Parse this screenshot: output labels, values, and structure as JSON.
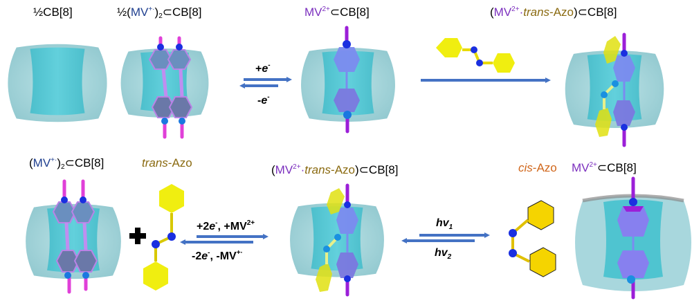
{
  "title": "Redox and photo-switchable host-guest assembly of methyl viologen and azobenzene in CB[8]",
  "colors": {
    "host_outer": "#9fd3d9",
    "host_inner": "#5cc9d6",
    "mv_radical_rod": "#e040d8",
    "mv_radical_ring": "#6a8fbf",
    "mv_dication_rod": "#9b1fd8",
    "mv_dication_ring": "#7b8bef",
    "nitrogen": "#1a2fe0",
    "azo_trans": "#f0ee10",
    "azo_cis": "#f5d400",
    "arrow": "#4472c4"
  },
  "species": {
    "half_cb8": {
      "prefix": "½CB[8]"
    },
    "half_mv_radical_dimer": {
      "p1": "½(",
      "mv": "MV",
      "charge": "+·",
      "p2": ")",
      "sub": "2",
      "p3": "⊂CB[8]"
    },
    "mv2_cb8_top": {
      "mv": "MV",
      "charge": "2+",
      "rest": "⊂CB[8]"
    },
    "ternary_top": {
      "p1": "(",
      "mv": "MV",
      "charge": "2+",
      "dot": "·",
      "trans": "trans",
      "azo": "-Azo",
      "p2": ")⊂CB[8]"
    },
    "mv_radical_dimer": {
      "p1": "(",
      "mv": "MV",
      "charge": "+·",
      "p2": ")",
      "sub": "2",
      "p3": "⊂CB[8]"
    },
    "trans_azo": {
      "trans": "trans",
      "azo": "-Azo"
    },
    "ternary_bottom": {
      "p1": "(",
      "mv": "MV",
      "charge": "2+",
      "dot": "·",
      "trans": "trans",
      "azo": "-Azo",
      "p2": ")⊂CB[8]"
    },
    "cis_azo": {
      "cis": "cis",
      "azo": "-Azo"
    },
    "mv2_cb8_bottom": {
      "mv": "MV",
      "charge": "2+",
      "rest": "⊂CB[8]"
    }
  },
  "arrows": {
    "reduce": {
      "forward": {
        "sign": "+",
        "e": "e",
        "sup": "-"
      },
      "backward": {
        "sign": "-",
        "e": "e",
        "sup": "-"
      }
    },
    "bind_azo": {},
    "redox_exchange": {
      "forward": {
        "a": "+2",
        "e": "e",
        "sup": "-",
        "b": ", +MV",
        "sup2": "2+"
      },
      "backward": {
        "a": "-2",
        "e": "e",
        "sup": "-",
        "b": ", -MV",
        "sup2": "+·"
      }
    },
    "photo": {
      "forward": {
        "h": "hv",
        "sub": "1"
      },
      "backward": {
        "h": "hv",
        "sub": "2"
      }
    }
  },
  "plus_sign": "+"
}
